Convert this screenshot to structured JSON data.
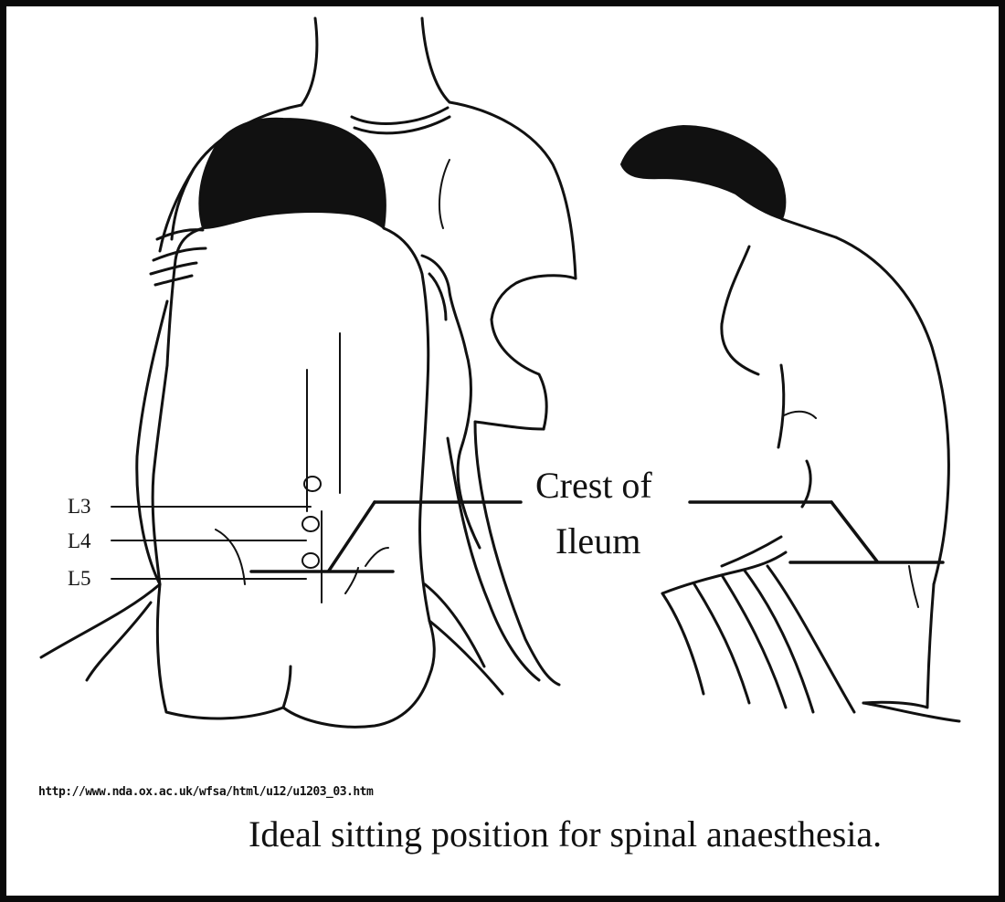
{
  "figure": {
    "vertebra_labels": [
      "L3",
      "L4",
      "L5"
    ],
    "crest_label_line1": "Crest of",
    "crest_label_line2": "Ileum",
    "source_url": "http://www.nda.ox.ac.uk/wfsa/html/u12/u1203_03.htm",
    "caption": "Ideal sitting position for spinal anaesthesia."
  },
  "colors": {
    "ink": "#111111",
    "background": "#ffffff",
    "border": "#0a0a0a"
  }
}
